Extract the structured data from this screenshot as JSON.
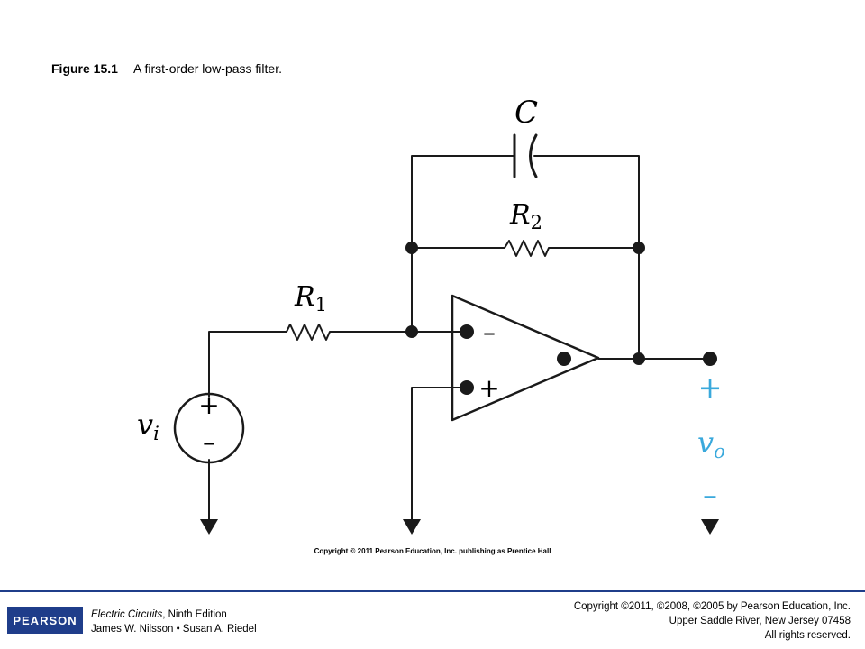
{
  "caption": {
    "figure_number": "Figure 15.1",
    "title": "A first-order low-pass filter."
  },
  "circuit": {
    "labels": {
      "capacitor": "C",
      "r2": "R",
      "r2_sub": "2",
      "r1": "R",
      "r1_sub": "1",
      "vi": "v",
      "vi_sub": "i",
      "vo": "v",
      "vo_sub": "o",
      "source_plus": "+",
      "source_minus": "–",
      "inv_input": "–",
      "noninv_input": "+",
      "out_plus": "+",
      "out_minus": "–"
    },
    "copyright": "Copyright © 2011 Pearson Education, Inc. publishing as Prentice Hall",
    "output_color": "#3aa9dc"
  },
  "footer": {
    "logo_text": "PEARSON",
    "book_title": "Electric Circuits",
    "book_edition": ", Ninth Edition",
    "authors": "James W. Nilsson • Susan A. Riedel",
    "copyright_line": "Copyright ©2011, ©2008, ©2005 by Pearson Education, Inc.",
    "address_line": "Upper Saddle River, New Jersey 07458",
    "rights_line": "All rights reserved.",
    "brand_color": "#1f3d8a"
  }
}
